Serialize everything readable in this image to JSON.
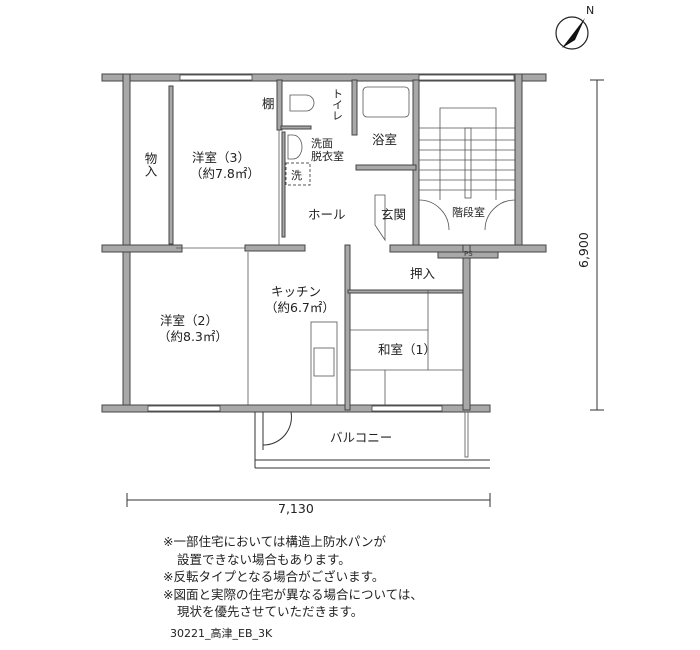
{
  "compass": {
    "north_label": "N"
  },
  "rooms": {
    "storage_closet": "物入",
    "western_room_3": "洋室（3）",
    "western_room_3_area": "（約7.8㎡）",
    "shelf": "棚",
    "toilet": "トイレ",
    "washroom_line1": "洗面",
    "washroom_line2": "脱衣室",
    "washer": "洗",
    "bathroom": "浴室",
    "hall": "ホール",
    "entrance": "玄関",
    "stairwell": "階段室",
    "pipe_space": "PS",
    "closet": "押入",
    "kitchen": "キッチン",
    "kitchen_area": "（約6.7㎡）",
    "western_room_2": "洋室（2）",
    "western_room_2_area": "（約8.3㎡）",
    "japanese_room_1": "和室（1）",
    "balcony": "バルコニー"
  },
  "dimensions": {
    "depth": "6,900",
    "width": "7,130"
  },
  "notes": [
    "※一部住宅においては構造上防水パンが",
    "設置できない場合もあります。",
    "※反転タイプとなる場合がございます。",
    "※図面と実際の住宅が異なる場合については、",
    "現状を優先させていただきます。"
  ],
  "plan_code": "30221_高津_EB_3K"
}
